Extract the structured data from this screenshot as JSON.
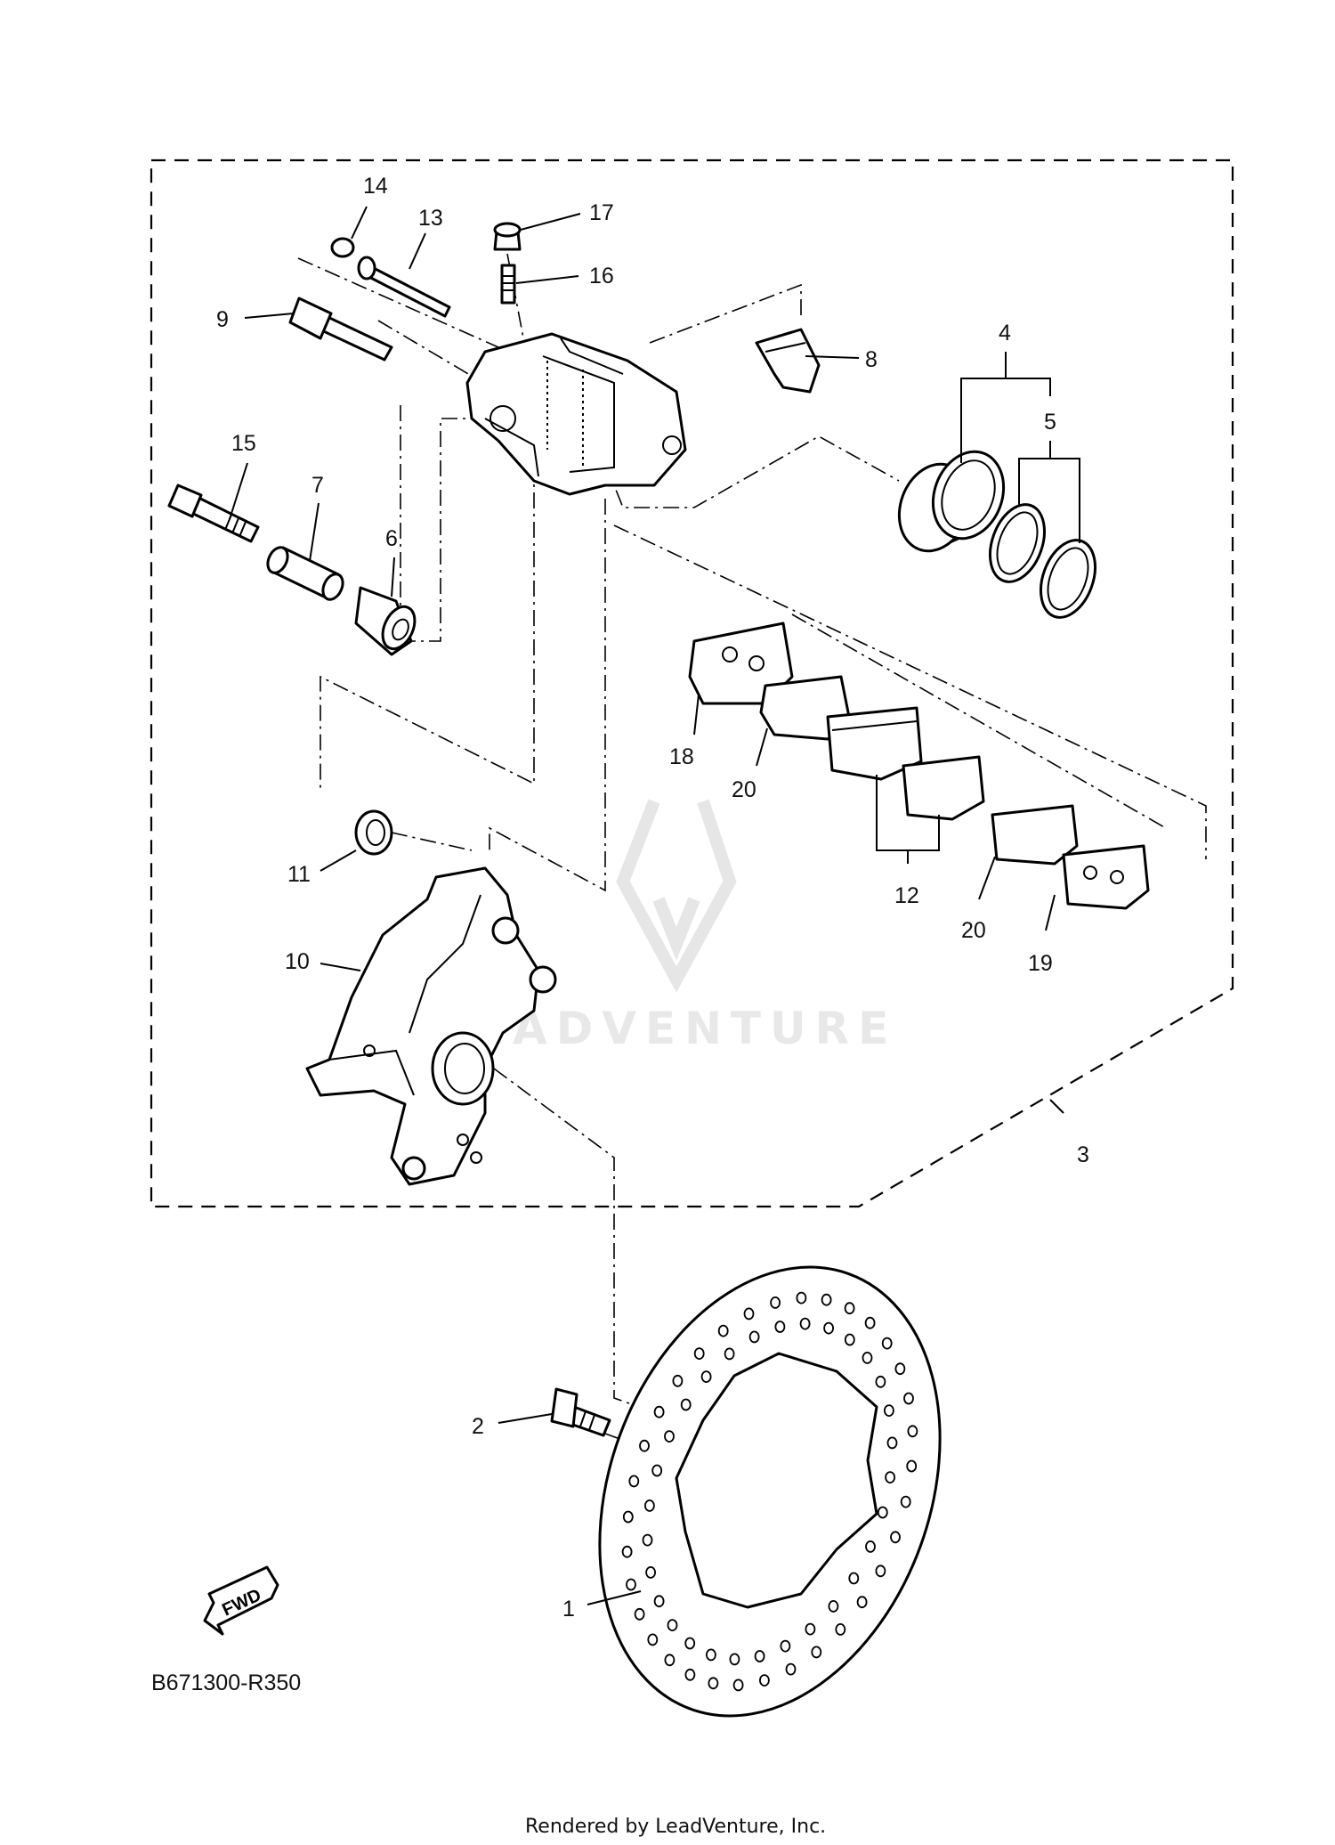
{
  "diagram": {
    "code": "B671300-R350",
    "fwd_label": "FWD",
    "watermark": "LEADVENTURE",
    "footer": "Rendered by LeadVenture, Inc."
  },
  "callouts": [
    {
      "id": "c1",
      "label": "1"
    },
    {
      "id": "c2",
      "label": "2"
    },
    {
      "id": "c3",
      "label": "3"
    },
    {
      "id": "c4",
      "label": "4"
    },
    {
      "id": "c5",
      "label": "5"
    },
    {
      "id": "c6",
      "label": "6"
    },
    {
      "id": "c7",
      "label": "7"
    },
    {
      "id": "c8",
      "label": "8"
    },
    {
      "id": "c9",
      "label": "9"
    },
    {
      "id": "c10",
      "label": "10"
    },
    {
      "id": "c11",
      "label": "11"
    },
    {
      "id": "c12",
      "label": "12"
    },
    {
      "id": "c13",
      "label": "13"
    },
    {
      "id": "c14",
      "label": "14"
    },
    {
      "id": "c15",
      "label": "15"
    },
    {
      "id": "c16",
      "label": "16"
    },
    {
      "id": "c17",
      "label": "17"
    },
    {
      "id": "c18",
      "label": "18"
    },
    {
      "id": "c19",
      "label": "19"
    },
    {
      "id": "c20a",
      "label": "20"
    },
    {
      "id": "c20b",
      "label": "20"
    }
  ]
}
